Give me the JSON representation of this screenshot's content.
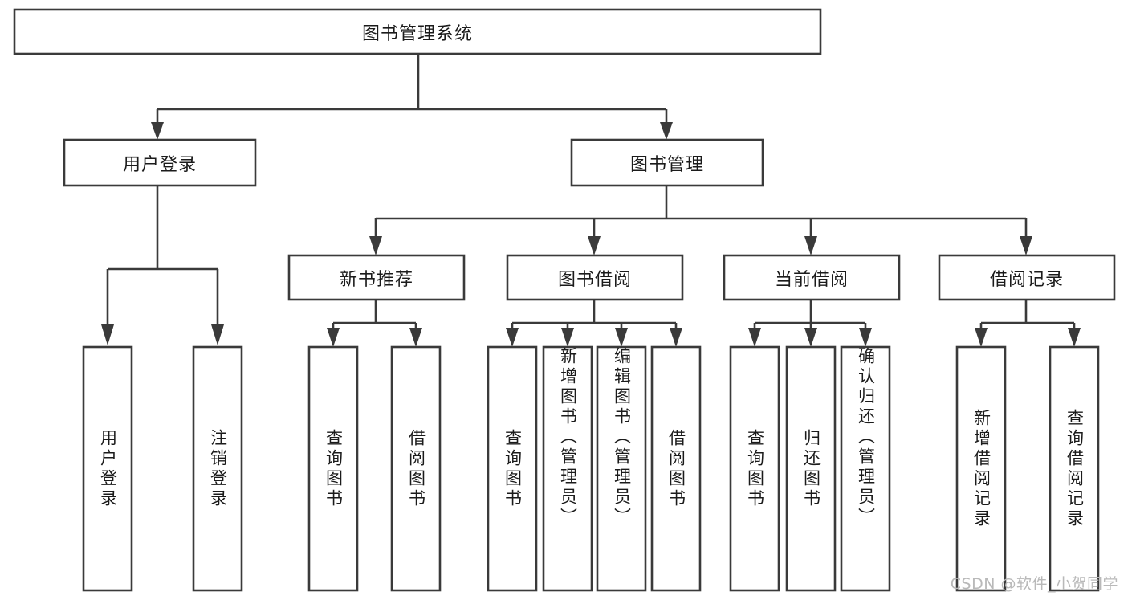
{
  "diagram": {
    "type": "tree-hierarchy",
    "title": "图书管理系统",
    "orientation": "top-down",
    "colors": {
      "box_stroke": "#3a3a3a",
      "box_fill": "#ffffff",
      "connector": "#3a3a3a",
      "text": "#1b1b1b",
      "background": "#ffffff",
      "watermark": "#b9b9b9"
    }
  },
  "root": {
    "label": "图书管理系统",
    "text_orientation": "horizontal"
  },
  "level2": [
    {
      "label": "用户登录",
      "text_orientation": "horizontal"
    },
    {
      "label": "图书管理",
      "text_orientation": "horizontal"
    }
  ],
  "level3": [
    {
      "label": "新书推荐",
      "text_orientation": "horizontal"
    },
    {
      "label": "图书借阅",
      "text_orientation": "horizontal"
    },
    {
      "label": "当前借阅",
      "text_orientation": "horizontal"
    },
    {
      "label": "借阅记录",
      "text_orientation": "horizontal"
    }
  ],
  "leaves": {
    "user_login": [
      {
        "label": "用户登录",
        "text_orientation": "vertical"
      },
      {
        "label": "注销登录",
        "text_orientation": "vertical"
      }
    ],
    "new_book_recommend": [
      {
        "label": "查询图书",
        "text_orientation": "vertical"
      },
      {
        "label": "借阅图书",
        "text_orientation": "vertical"
      }
    ],
    "book_borrow": [
      {
        "label": "查询图书",
        "text_orientation": "vertical"
      },
      {
        "label": "新增图书（管理员）",
        "text_orientation": "vertical"
      },
      {
        "label": "编辑图书（管理员）",
        "text_orientation": "vertical"
      },
      {
        "label": "借阅图书",
        "text_orientation": "vertical"
      }
    ],
    "current_borrow": [
      {
        "label": "查询图书",
        "text_orientation": "vertical"
      },
      {
        "label": "归还图书",
        "text_orientation": "vertical"
      },
      {
        "label": "确认归还（管理员）",
        "text_orientation": "vertical"
      }
    ],
    "borrow_record": [
      {
        "label": "新增借阅记录",
        "text_orientation": "vertical"
      },
      {
        "label": "查询借阅记录",
        "text_orientation": "vertical"
      }
    ]
  },
  "watermark": {
    "text": "CSDN @软件_小贺同学"
  }
}
